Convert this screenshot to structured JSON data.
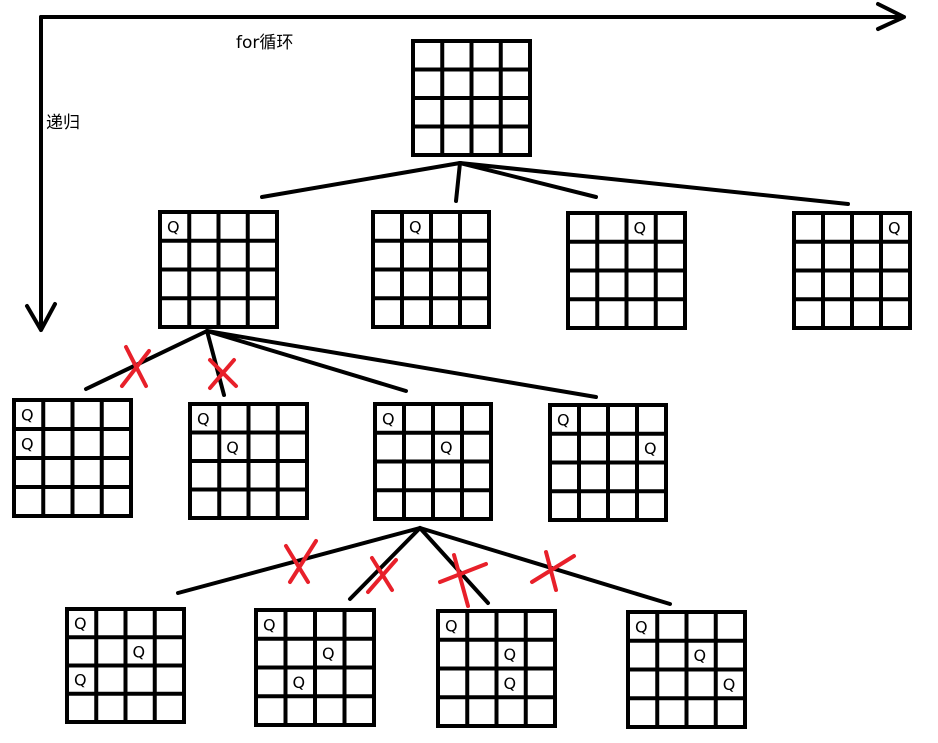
{
  "labels": {
    "horizontal_axis": "for循环",
    "vertical_axis": "递归"
  },
  "queen_symbol": "Q",
  "colors": {
    "line": "#000000",
    "pruned_mark": "#e8202a",
    "background": "#ffffff"
  },
  "board_size": 4,
  "levels": [
    {
      "level": 0,
      "boards": [
        {
          "id": "root",
          "queens": []
        }
      ]
    },
    {
      "level": 1,
      "boards": [
        {
          "id": "r1-a",
          "queens": [
            [
              0,
              0
            ]
          ]
        },
        {
          "id": "r1-b",
          "queens": [
            [
              0,
              1
            ]
          ]
        },
        {
          "id": "r1-c",
          "queens": [
            [
              0,
              2
            ]
          ]
        },
        {
          "id": "r1-d",
          "queens": [
            [
              0,
              3
            ]
          ]
        }
      ]
    },
    {
      "level": 2,
      "boards": [
        {
          "id": "r2-a",
          "queens": [
            [
              0,
              0
            ],
            [
              1,
              0
            ]
          ],
          "pruned": true
        },
        {
          "id": "r2-b",
          "queens": [
            [
              0,
              0
            ],
            [
              1,
              1
            ]
          ],
          "pruned": true
        },
        {
          "id": "r2-c",
          "queens": [
            [
              0,
              0
            ],
            [
              1,
              2
            ]
          ],
          "pruned": false
        },
        {
          "id": "r2-d",
          "queens": [
            [
              0,
              0
            ],
            [
              1,
              3
            ]
          ],
          "pruned": false
        }
      ]
    },
    {
      "level": 3,
      "boards": [
        {
          "id": "r3-a",
          "queens": [
            [
              0,
              0
            ],
            [
              1,
              2
            ],
            [
              2,
              0
            ]
          ],
          "pruned": true
        },
        {
          "id": "r3-b",
          "queens": [
            [
              0,
              0
            ],
            [
              1,
              2
            ],
            [
              2,
              1
            ]
          ],
          "pruned": true
        },
        {
          "id": "r3-c",
          "queens": [
            [
              0,
              0
            ],
            [
              1,
              2
            ],
            [
              2,
              2
            ]
          ],
          "pruned": true
        },
        {
          "id": "r3-d",
          "queens": [
            [
              0,
              0
            ],
            [
              1,
              2
            ],
            [
              2,
              3
            ]
          ],
          "pruned": true
        }
      ]
    }
  ]
}
